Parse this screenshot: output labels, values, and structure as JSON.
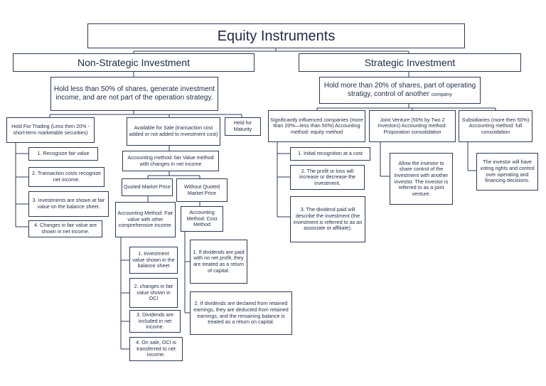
{
  "title": "Equity Instruments",
  "non_strategic": {
    "heading": "Non-Strategic Investment",
    "desc": "Hold less than 50% of shares, generate investment income, and are not part of the operation strategy.",
    "hft": {
      "label": "Hold For Trading (Less then 20% -short-term marketable securities)",
      "items": [
        "1. Recognize fair value",
        "2. Transaction costs recognize net income.",
        "3. Investments are shown at fair value on the balance sheet.",
        "4. Changes in fair value are shown in net income."
      ]
    },
    "afs": {
      "label": "Available for Sale (transaction cost added or not added to investment cost)",
      "method": "Accounting method: fair Value method with changes in net income",
      "quoted": {
        "label": "Quoted Market Price",
        "method": "Accounting Method: Fair value with other comprehensive income.",
        "items": [
          "1. Investment value shown in the balance sheet",
          "2. changes in fair value shown in OCI",
          "3. Dividends are included in net income.",
          "4. On sale, OCI is transferred to net income."
        ]
      },
      "unquoted": {
        "label": "Without Quoted Market Price",
        "method": "Accounting Method: Cost Method",
        "items": [
          "1. If dividends are paid with no net profit, they are treated as a return of capital.",
          "2. If dividends are declared from retained earnings, they are deducted from retained earnings, and the remaining balance is treated as a return on capital."
        ]
      }
    },
    "htm": {
      "label": "Held for Maturity"
    }
  },
  "strategic": {
    "heading": "Strategic Investment",
    "desc_main": "Hold more than 20% of shares, part of operating stratigy, control of another",
    "desc_small": "company",
    "significant": {
      "label": "Significantly influenced companies (more than 20%—less than 50%) Accounting method: equity method",
      "items": [
        "1. Initial recognition at a cost",
        "2. The profit or loss will increase or decrease the investment.",
        "3. The dividend paid will describe the investment (the investment is referred to as an associate or affiliate)."
      ]
    },
    "jv": {
      "label": "Joint Venture (50% by Two 2 Investors) Accounting method: Proporation consolidation",
      "detail": "Allow the investor to share control of the investment with another investor. The investor is referred to as a joint venture."
    },
    "subs": {
      "label": "Subsidiaries (more then 50%) Accounting method: full consoidation",
      "detail": "The investor will have voting rights and control over operating and financing decisions."
    }
  }
}
